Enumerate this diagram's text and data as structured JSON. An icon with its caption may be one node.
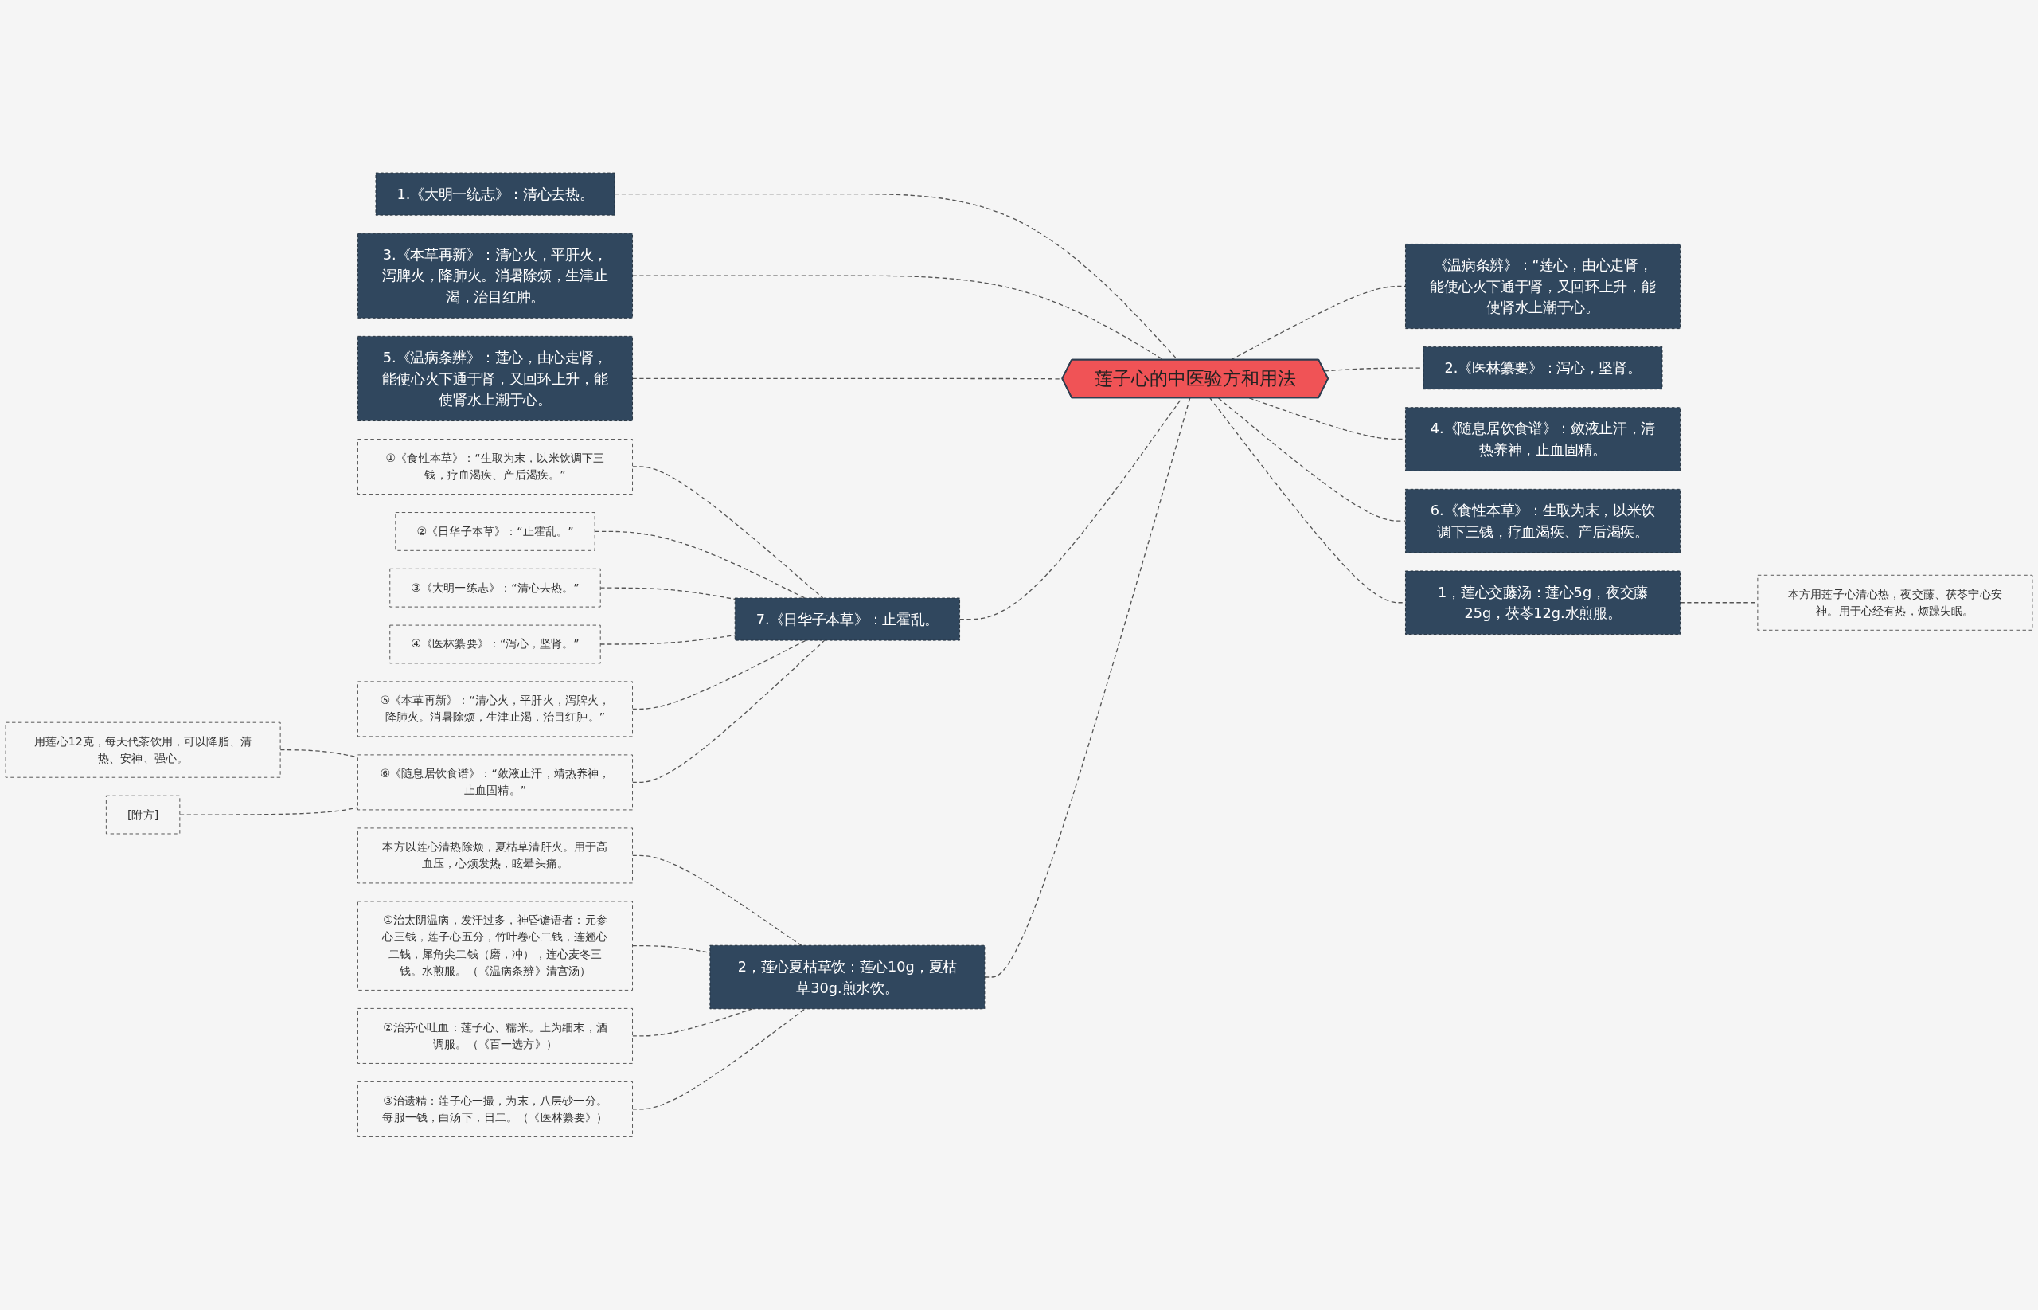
{
  "diagram": {
    "nodes": [
      {
        "text": [
          "莲子心的中医验方和用法"
        ]
      },
      {
        "text": [
          "1.《大明一统志》：清心去热。"
        ]
      },
      {
        "text": [
          "3.《本草再新》：清心火，平肝火，泻脾火，降肺火。消暑除烦，生津止渴，治目红肿。"
        ]
      },
      {
        "text": [
          "5.《温病条辨》：莲心，由心走肾，能使心火下通于肾，又回环上升，能使肾水上潮于心。"
        ]
      },
      {
        "text": [
          "7.《日华子本草》：止霍乱。"
        ]
      },
      {
        "text": [
          "①《食性本草》：“生取为末，以米饮调下三钱，疗血渴疾、产后渴疾。”"
        ]
      },
      {
        "text": [
          "②《日华子本草》：“止霍乱。”"
        ]
      },
      {
        "text": [
          "③《大明一练志》：“清心去热。”"
        ]
      },
      {
        "text": [
          "④《医林纂要》：“泻心，坚肾。”"
        ]
      },
      {
        "text": [
          "⑤《本革再新》：“清心火，平肝火，泻脾火，降肺火。消暑除烦，生津止渴，治目红肿。”"
        ]
      },
      {
        "text": [
          "⑥《随息居饮食谱》：“敛液止汗，靖热养神，止血固精。”"
        ]
      },
      {
        "text": [
          "用莲心12克，每天代茶饮用，可以降脂、清热、安神、强心。"
        ]
      },
      {
        "text": [
          "[附方]"
        ]
      },
      {
        "text": [
          "2，莲心夏枯草饮：莲心10g，夏枯草30g.煎水饮。"
        ]
      },
      {
        "text": [
          "本方以莲心清热除烦，夏枯草清肝火。用于高血压，心烦发热，眩晕头痛。"
        ]
      },
      {
        "text": [
          "①治太阴温病，发汗过多，神昏谵语者：元参心三钱，莲子心五分，竹叶卷心二钱，连翘心二钱，犀角尖二钱（磨，冲），连心麦冬三钱。水煎服。（《温病条辨》清宫汤）"
        ]
      },
      {
        "text": [
          "②治劳心吐血：莲子心、糯米。上为细末，酒调服。（《百一选方》）"
        ]
      },
      {
        "text": [
          "③治遗精：莲子心一撮，为末，八层砂一分。每服一钱，白汤下，日二。（《医林纂要》）"
        ]
      },
      {
        "text": [
          "《温病条辨》：“莲心，由心走肾，能使心火下通于肾，又回环上升，能使肾水上潮于心。"
        ]
      },
      {
        "text": [
          "2.《医林纂要》：泻心，坚肾。"
        ]
      },
      {
        "text": [
          "4.《随息居饮食谱》：敛液止汗，清热养神，止血固精。"
        ]
      },
      {
        "text": [
          "6.《食性本草》：生取为末，以米饮调下三钱，疗血渴疾、产后渴疾。"
        ]
      },
      {
        "text": [
          "1，莲心交藤汤：莲心5g，夜交藤25g，茯苓12g.水煎服。"
        ]
      },
      {
        "text": [
          "本方用莲子心清心热，夜交藤、茯苓宁心安神。用于心经有热，烦躁失眠。"
        ]
      }
    ],
    "edges": [
      {
        "from": 1,
        "to": 0,
        "arrow": "none",
        "style": "dashed"
      },
      {
        "from": 2,
        "to": 0,
        "arrow": "none",
        "style": "dashed"
      },
      {
        "from": 3,
        "to": 0,
        "arrow": "none",
        "style": "dashed"
      },
      {
        "from": 4,
        "to": 0,
        "arrow": "none",
        "style": "dashed"
      },
      {
        "from": 5,
        "to": 4,
        "arrow": "none",
        "style": "dashed"
      },
      {
        "from": 6,
        "to": 4,
        "arrow": "none",
        "style": "dashed"
      },
      {
        "from": 7,
        "to": 4,
        "arrow": "none",
        "style": "dashed"
      },
      {
        "from": 8,
        "to": 4,
        "arrow": "none",
        "style": "dashed"
      },
      {
        "from": 9,
        "to": 4,
        "arrow": "none",
        "style": "dashed"
      },
      {
        "from": 10,
        "to": 4,
        "arrow": "none",
        "style": "dashed"
      },
      {
        "from": 11,
        "to": 10,
        "arrow": "none",
        "style": "dashed"
      },
      {
        "from": 12,
        "to": 10,
        "arrow": "none",
        "style": "dashed"
      },
      {
        "from": 13,
        "to": 0,
        "arrow": "none",
        "style": "dashed"
      },
      {
        "from": 14,
        "to": 13,
        "arrow": "none",
        "style": "dashed"
      },
      {
        "from": 15,
        "to": 13,
        "arrow": "none",
        "style": "dashed"
      },
      {
        "from": 16,
        "to": 13,
        "arrow": "none",
        "style": "dashed"
      },
      {
        "from": 17,
        "to": 13,
        "arrow": "none",
        "style": "dashed"
      },
      {
        "from": 0,
        "to": 18,
        "arrow": "none",
        "style": "dashed"
      },
      {
        "from": 0,
        "to": 19,
        "arrow": "none",
        "style": "dashed"
      },
      {
        "from": 0,
        "to": 20,
        "arrow": "none",
        "style": "dashed"
      },
      {
        "from": 0,
        "to": 21,
        "arrow": "none",
        "style": "dashed"
      },
      {
        "from": 0,
        "to": 22,
        "arrow": "none",
        "style": "dashed"
      },
      {
        "from": 22,
        "to": 23,
        "arrow": "none",
        "style": "dashed"
      }
    ]
  }
}
